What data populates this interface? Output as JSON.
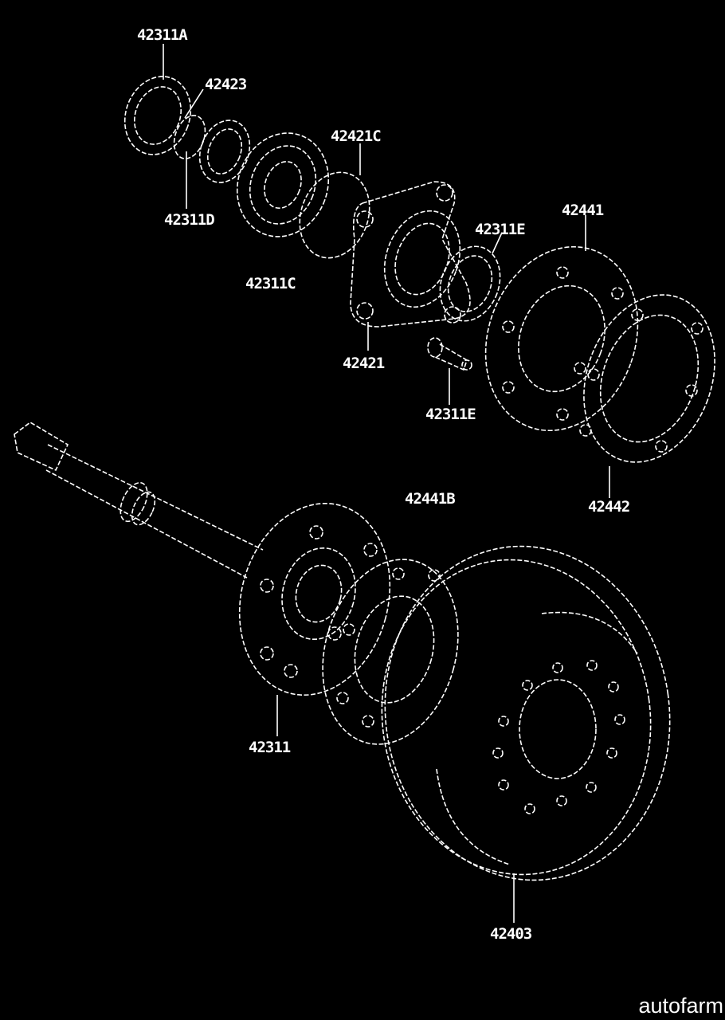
{
  "diagram": {
    "callouts": [
      {
        "id": "c1",
        "label": "42311A"
      },
      {
        "id": "c2",
        "label": "42423"
      },
      {
        "id": "c3",
        "label": "42311D"
      },
      {
        "id": "c4",
        "label": "42421C"
      },
      {
        "id": "c5",
        "label": "42311C"
      },
      {
        "id": "c6",
        "label": "42311E"
      },
      {
        "id": "c7",
        "label": "42421"
      },
      {
        "id": "c8",
        "label": "42311E"
      },
      {
        "id": "c9",
        "label": "42441"
      },
      {
        "id": "c10",
        "label": "42442"
      },
      {
        "id": "c11",
        "label": "42441B"
      },
      {
        "id": "c12",
        "label": "42311"
      },
      {
        "id": "c13",
        "label": "42403"
      }
    ]
  },
  "watermark": "autofarm"
}
